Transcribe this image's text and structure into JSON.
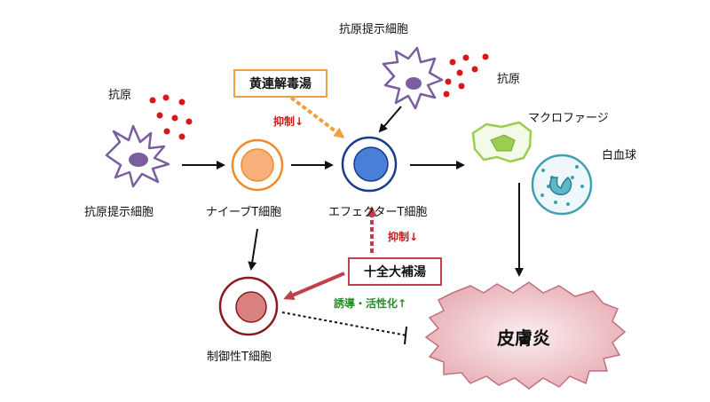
{
  "labels": {
    "antigen_left": "抗原",
    "antigen_right": "抗原",
    "apc_left": "抗原提示細胞",
    "apc_top": "抗原提示細胞",
    "naive_t": "ナイーブT細胞",
    "effector_t": "エフェクターT細胞",
    "macrophage": "マクロファージ",
    "leukocyte": "白血球",
    "treg": "制御性T細胞",
    "dermatitis": "皮膚炎"
  },
  "boxes": {
    "orengedokuto": "黄連解毒湯",
    "juzentaihoto": "十全大補湯"
  },
  "effects": {
    "suppress_top": "抑制↓",
    "suppress_mid": "抑制↓",
    "induce": "誘導・活性化↑"
  },
  "colors": {
    "apc_body": "#7b5ea0",
    "antigen_dot": "#d81818",
    "naive_ring": "#f08a2a",
    "naive_fill": "#f7b07a",
    "effector_ring": "#1a3a8a",
    "effector_fill": "#4a7fd8",
    "treg_ring": "#8a1a20",
    "treg_fill": "#d98080",
    "dermatitis_fill": "#e8b4b8",
    "macrophage": "#9acd50",
    "leukocyte": "#3fa0b0"
  }
}
